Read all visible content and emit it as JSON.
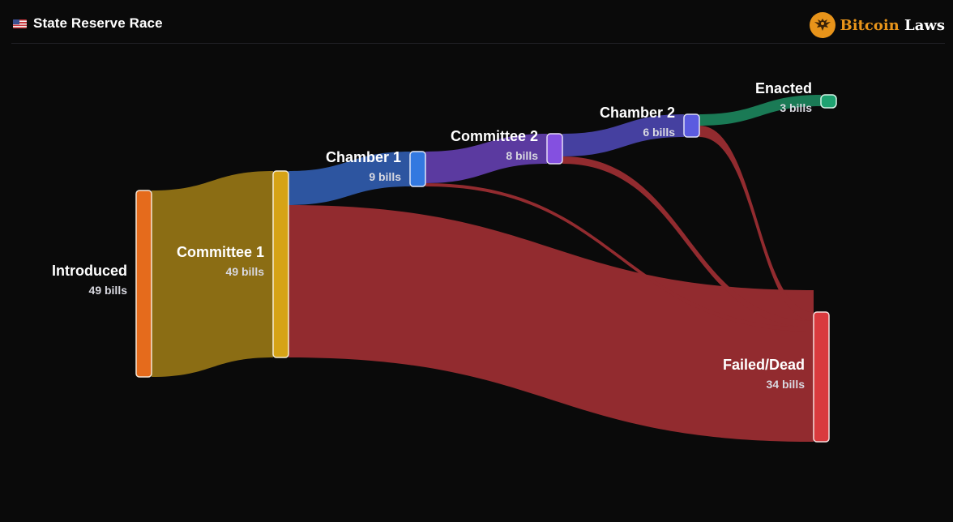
{
  "header": {
    "flag_icon": "us-flag-icon",
    "title": "State Reserve Race",
    "brand": {
      "part1": "Bitcoin",
      "part2": "Laws",
      "logo_icon": "eagle-seal-icon",
      "color": "#e8941a"
    }
  },
  "chart_data": {
    "type": "sankey",
    "title": "State Reserve Race",
    "unit": "bills",
    "nodes": [
      {
        "id": "introduced",
        "label": "Introduced",
        "value": 49,
        "value_label": "49 bills",
        "color": "#e56b1c"
      },
      {
        "id": "committee1",
        "label": "Committee 1",
        "value": 49,
        "value_label": "49 bills",
        "color": "#d6a316"
      },
      {
        "id": "chamber1",
        "label": "Chamber 1",
        "value": 9,
        "value_label": "9 bills",
        "color": "#3379e0"
      },
      {
        "id": "committee2",
        "label": "Committee 2",
        "value": 8,
        "value_label": "8 bills",
        "color": "#8450e0"
      },
      {
        "id": "chamber2",
        "label": "Chamber 2",
        "value": 6,
        "value_label": "6 bills",
        "color": "#5b5be0"
      },
      {
        "id": "enacted",
        "label": "Enacted",
        "value": 3,
        "value_label": "3 bills",
        "color": "#1fa271"
      },
      {
        "id": "failed",
        "label": "Failed/Dead",
        "value": 34,
        "value_label": "34 bills",
        "color": "#d93a3e"
      }
    ],
    "links": [
      {
        "source": "introduced",
        "target": "committee1",
        "value": 49,
        "color": "#8b6d14"
      },
      {
        "source": "committee1",
        "target": "chamber1",
        "value": 9,
        "color": "#2d55a0"
      },
      {
        "source": "committee1",
        "target": "failed",
        "value": 40,
        "color": "#922b2f"
      },
      {
        "source": "chamber1",
        "target": "committee2",
        "value": 8,
        "color": "#5b3aa0"
      },
      {
        "source": "chamber1",
        "target": "failed",
        "value": 1,
        "color": "#922b2f"
      },
      {
        "source": "committee2",
        "target": "chamber2",
        "value": 6,
        "color": "#4540a0"
      },
      {
        "source": "committee2",
        "target": "failed",
        "value": 2,
        "color": "#922b2f"
      },
      {
        "source": "chamber2",
        "target": "enacted",
        "value": 3,
        "color": "#1a7a55"
      },
      {
        "source": "chamber2",
        "target": "failed",
        "value": 3,
        "color": "#922b2f"
      }
    ]
  }
}
